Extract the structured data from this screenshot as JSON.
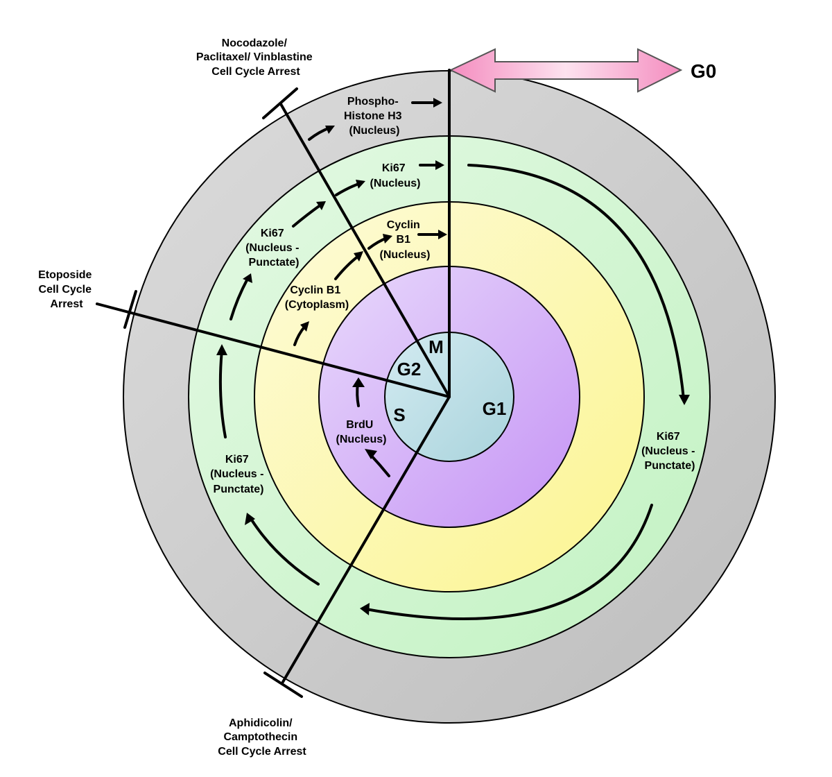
{
  "colors": {
    "outer_ring": "#d3d3d3",
    "green_ring": "#ccf5cc",
    "yellow_ring": "#fdfab8",
    "purple_ring": "#d2b8f8",
    "core": "#bde0e8",
    "g0_arrow": "#f7a9cf"
  },
  "phases": {
    "m": "M",
    "g2": "G2",
    "s": "S",
    "g1": "G1",
    "g0": "G0"
  },
  "inhibitors": {
    "nocodazole": [
      "Nocodazole/",
      "Paclitaxel/ Vinblastine",
      "Cell Cycle Arrest"
    ],
    "etoposide": [
      "Etoposide",
      "Cell Cycle",
      "Arrest"
    ],
    "aphidicolin": [
      "Aphidicolin/",
      "Camptothecin",
      "Cell Cycle Arrest"
    ]
  },
  "markers": {
    "phospho_histone": [
      "Phospho-",
      "Histone H3",
      "(Nucleus)"
    ],
    "ki67_nucleus": [
      "Ki67",
      "(Nucleus)"
    ],
    "ki67_punctate_upper_left": [
      "Ki67",
      "(Nucleus -",
      "Punctate)"
    ],
    "cyclin_b1_nucleus": [
      "Cyclin",
      "B1",
      "(Nucleus)"
    ],
    "cyclin_b1_cytoplasm": [
      "Cyclin B1",
      "(Cytoplasm)"
    ],
    "brdu": [
      "BrdU",
      "(Nucleus)"
    ],
    "ki67_punctate_lower_left": [
      "Ki67",
      "(Nucleus -",
      "Punctate)"
    ],
    "ki67_punctate_right": [
      "Ki67",
      "(Nucleus -",
      "Punctate)"
    ]
  }
}
